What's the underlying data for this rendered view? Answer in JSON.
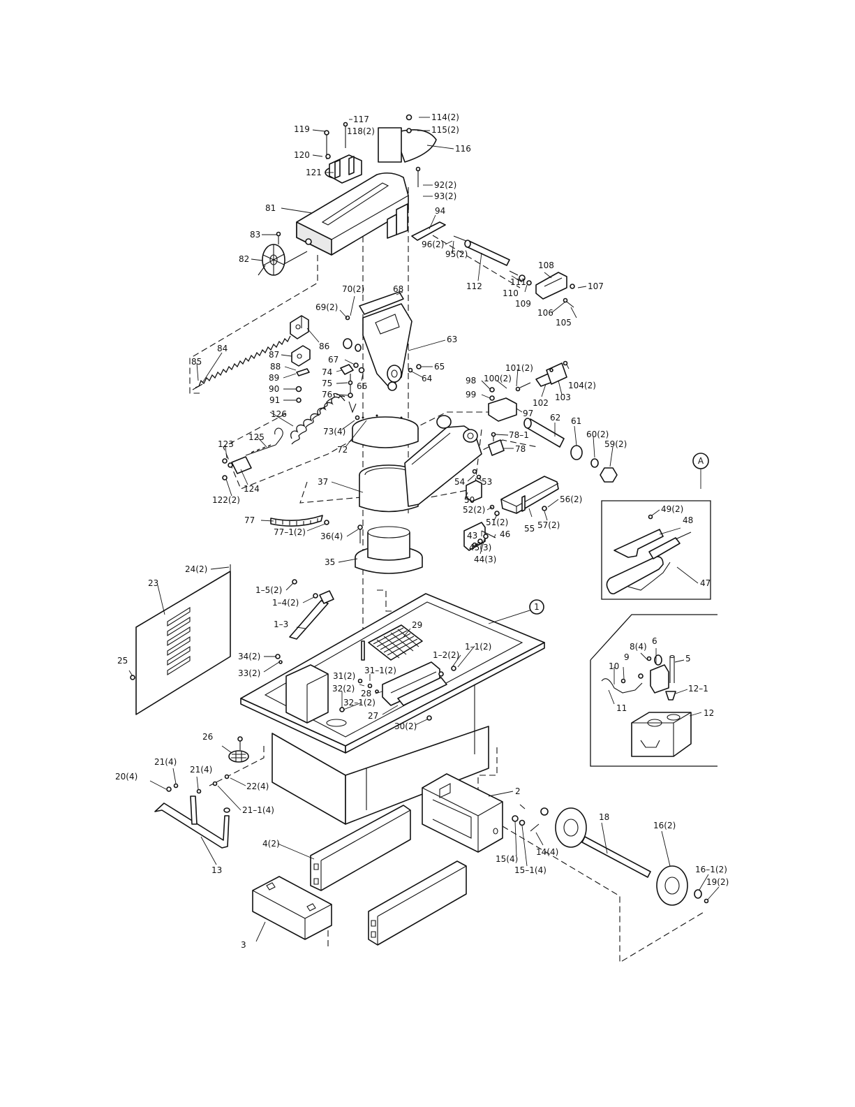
{
  "figure": {
    "detail_view_letter": "A",
    "callout_number": "1"
  },
  "labels": {
    "l119": "119",
    "l117": "117",
    "l118": "118(2)",
    "l114": "114(2)",
    "l115": "115(2)",
    "l116": "116",
    "l120": "120",
    "l121": "121",
    "l92": "92(2)",
    "l93": "93(2)",
    "l81": "81",
    "l94": "94",
    "l83": "83",
    "l96": "96(2)",
    "l95": "95(2)",
    "l82": "82",
    "l112": "112",
    "l108": "108",
    "l111": "111",
    "l110": "110",
    "l107": "107",
    "l109": "109",
    "l106": "106",
    "l105": "105",
    "l70": "70(2)",
    "l68": "68",
    "l69": "69(2)",
    "l63": "63",
    "l86": "86",
    "l84": "84",
    "l85": "85",
    "l87": "87",
    "l88": "88",
    "l89": "89",
    "l90": "90",
    "l91": "91",
    "l67": "67",
    "l74": "74",
    "l75": "75",
    "l76": "76",
    "l66": "66",
    "l65": "65",
    "l64": "64",
    "l98": "98",
    "l100": "100(2)",
    "l101": "101(2)",
    "l99": "99",
    "l104": "104(2)",
    "l102": "102",
    "l103": "103",
    "l97": "97",
    "l62": "62",
    "l61": "61",
    "l60": "60(2)",
    "l59": "59(2)",
    "l126": "126",
    "l73": "73(4)",
    "l72": "72",
    "l123": "123",
    "l125": "125",
    "l78_1": "78–1",
    "l78": "78",
    "l124": "124",
    "l122": "122(2)",
    "l37": "37",
    "l54": "54",
    "l53": "53",
    "l50": "50",
    "l56": "56(2)",
    "l52": "52(2)",
    "l51": "51(2)",
    "l77": "77",
    "l77_1": "77–1(2)",
    "l36": "36(4)",
    "l43": "43",
    "l46": "46",
    "l55": "55",
    "l57": "57(2)",
    "l45": "45(3)",
    "l44": "44(3)",
    "l35": "35",
    "l49": "49(2)",
    "l48": "48",
    "l47": "47",
    "l24": "24(2)",
    "l23": "23",
    "l1_5": "1–5(2)",
    "l1_4": "1–4(2)",
    "l1_3": "1–3",
    "l29": "29",
    "l1_2": "1–2(2)",
    "l1_1": "1–1(2)",
    "l34": "34(2)",
    "l33": "33(2)",
    "l25": "25",
    "l31_1": "31–1(2)",
    "l31": "31(2)",
    "l32": "32(2)",
    "l28": "28",
    "l32_1": "32–1(2)",
    "l27": "27",
    "l30": "30(2)",
    "l26": "26",
    "l21a": "21(4)",
    "l20": "20(4)",
    "l21b": "21(4)",
    "l22": "22(4)",
    "l21_1": "21–1(4)",
    "l13": "13",
    "l2": "2",
    "l4": "4(2)",
    "l3": "3",
    "l18": "18",
    "l16": "16(2)",
    "l14": "14(4)",
    "l15": "15(4)",
    "l15_1": "15–1(4)",
    "l16_1": "16–1(2)",
    "l19": "19(2)",
    "l8": "8(4)",
    "l6": "6",
    "l9": "9",
    "l10": "10",
    "l5": "5",
    "l12_1": "12–1",
    "l11": "11",
    "l12": "12"
  }
}
